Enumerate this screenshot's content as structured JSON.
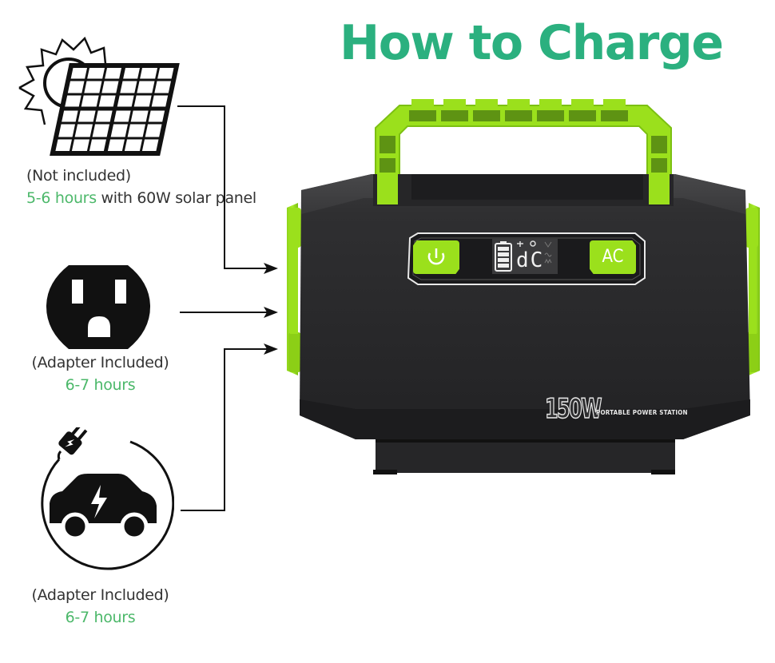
{
  "title": "How to Charge",
  "methods": [
    {
      "id": "solar",
      "icon": "solar-panel-icon",
      "note": "(Not included)",
      "time": "5-6 hours",
      "detail": " with 60W solar panel"
    },
    {
      "id": "wall",
      "icon": "wall-outlet-icon",
      "note": "(Adapter Included)",
      "time": "6-7 hours"
    },
    {
      "id": "car",
      "icon": "car-charger-icon",
      "note": "(Adapter Included)",
      "time": "6-7 hours"
    }
  ],
  "product": {
    "power_button_icon": "power-icon",
    "ac_button_label": "AC",
    "lcd_readout": "dC",
    "wattage": "150W",
    "tagline": "PORTABLE POWER STATION"
  },
  "colors": {
    "title_green": "#2bb07f",
    "time_green": "#4cb86a",
    "accent_lime": "#9be01c",
    "body_dark": "#2e2e30"
  }
}
